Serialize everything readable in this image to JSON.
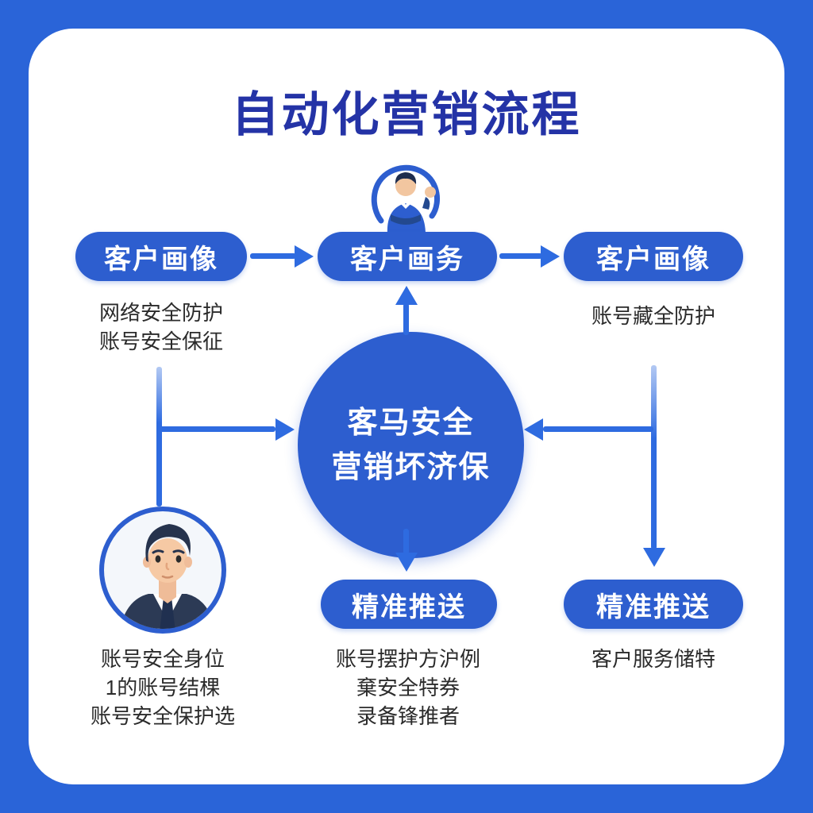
{
  "title": "自动化营销流程",
  "flow": {
    "top": {
      "left_pill": {
        "label": "客户画像",
        "notes": [
          "网络安全防护",
          "账号安全保征"
        ]
      },
      "center_pill": {
        "label": "客户画务"
      },
      "right_pill": {
        "label": "客户画像",
        "notes": [
          "账号藏全防护"
        ]
      }
    },
    "center_circle": {
      "line1": "客马安全",
      "line2": "营销坏济保"
    },
    "bottom": {
      "left_avatar": {
        "notes": [
          "账号安全身位",
          "1的账号结棵",
          "账号安全保护选"
        ]
      },
      "center_pill": {
        "label": "精准推送",
        "notes": [
          "账号摆护方沪例",
          "棄安全特券",
          "录备锋推者"
        ]
      },
      "right_pill": {
        "label": "精准推送",
        "notes": [
          "客户服务储特"
        ]
      }
    }
  },
  "icons": {
    "agent": "customer-service-agent-icon",
    "avatar": "businessman-avatar"
  },
  "colors": {
    "background": "#2a64d8",
    "panel": "#ffffff",
    "title_text": "#2433a6",
    "node_fill": "#2d5ecf",
    "node_text": "#ffffff",
    "arrow": "#2e6be0",
    "body_text": "#2b2b2b"
  }
}
